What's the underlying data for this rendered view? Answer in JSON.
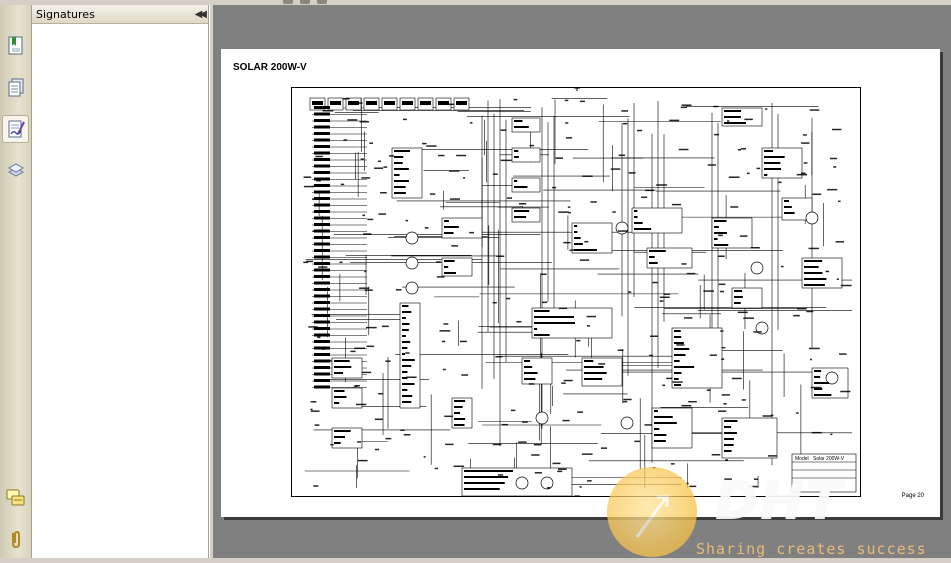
{
  "panel": {
    "title": "Signatures",
    "collapse_glyph": "◀◀"
  },
  "sidebar_icons": [
    {
      "name": "bookmarks-icon"
    },
    {
      "name": "pages-icon"
    },
    {
      "name": "signatures-icon",
      "active": true
    },
    {
      "name": "layers-icon"
    }
  ],
  "bottom_icons": [
    {
      "name": "comments-icon"
    },
    {
      "name": "attachments-icon"
    }
  ],
  "document": {
    "page_title": "SOLAR 200W-V",
    "page_number": "Page 20",
    "title_block": [
      "Model",
      "Solar 200W-V"
    ]
  },
  "watermark": {
    "text": "DHT",
    "tagline": "Sharing creates success"
  }
}
